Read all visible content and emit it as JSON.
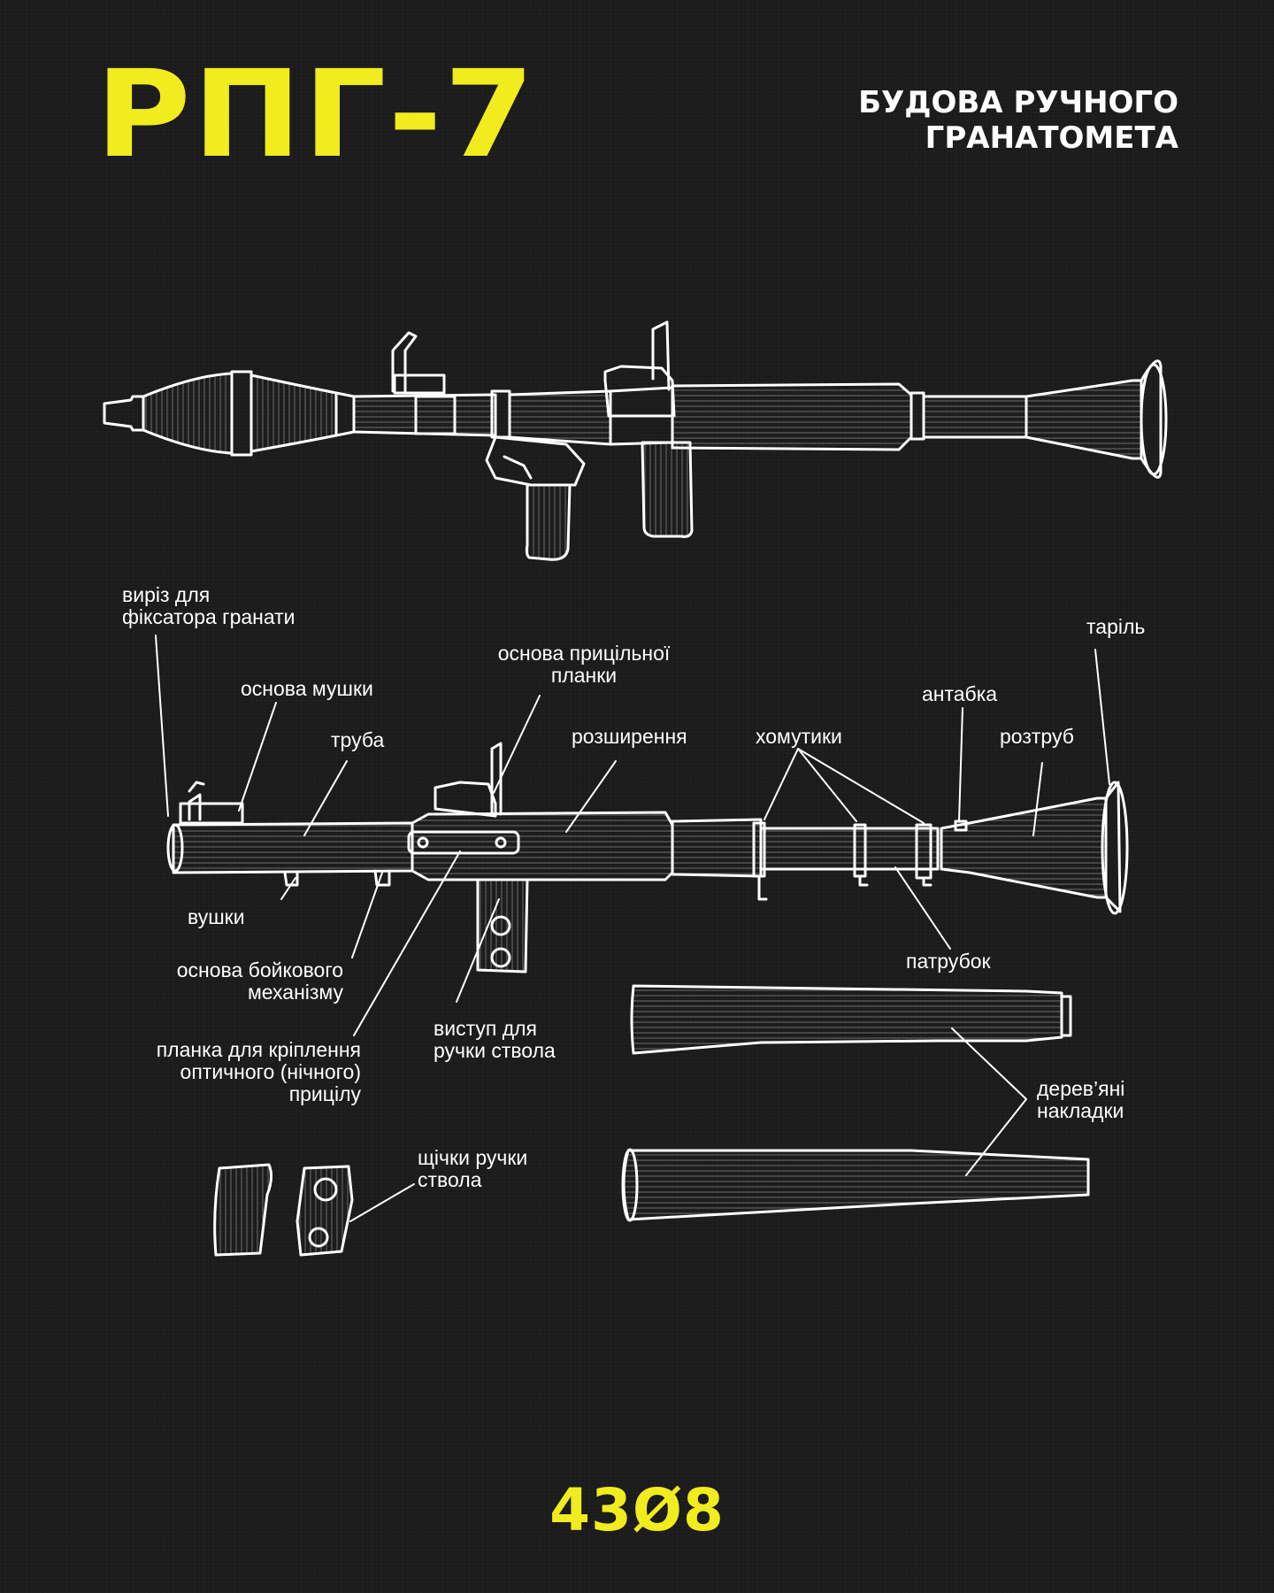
{
  "title": "РПГ-7",
  "subtitle": [
    "БУДОВА РУЧНОГО",
    "ГРАНАТОМЕТА"
  ],
  "labels": {
    "grenade_latch_cutout": [
      "виріз для",
      "фіксатора гранати"
    ],
    "front_sight_base": [
      "основа мушки"
    ],
    "tube": [
      "труба"
    ],
    "lugs": [
      "вушки"
    ],
    "firing_mechanism_base": [
      "основа бойкового",
      "механізму"
    ],
    "optical_mount_rail": [
      "планка для кріплення",
      "оптичного (нічного)",
      "прицілу"
    ],
    "rear_sight_base": [
      "основа прицільної",
      "планки"
    ],
    "widening": [
      "розширення"
    ],
    "barrel_handle_protrusion": [
      "виступ для",
      "ручки ствола"
    ],
    "clamps": [
      "хомутики"
    ],
    "sling_swivel": [
      "антабка"
    ],
    "bell": [
      "розтруб"
    ],
    "plate": [
      "таріль"
    ],
    "branch_pipe": [
      "патрубок"
    ],
    "wooden_covers": [
      "дерев’яні",
      "накладки"
    ],
    "handle_cheeks": [
      "щічки ручки",
      "ствола"
    ]
  },
  "logo": "43Ø8",
  "colors": {
    "accent": "#f0ec1e",
    "background": "#1b1b1b",
    "ink": "#ffffff"
  }
}
